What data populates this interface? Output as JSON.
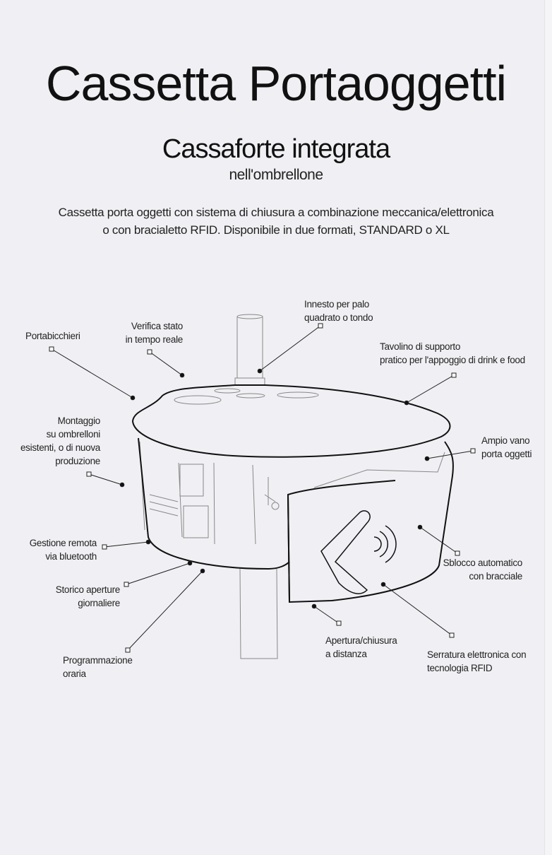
{
  "title": "Cassetta Portaoggetti",
  "subtitle": "Cassaforte integrata",
  "subtitle_sub": "nell'ombrellone",
  "description": [
    "Cassetta porta oggetti con sistema di chiusura a combinazione meccanica/elettronica",
    "o con bracialetto RFID. Disponibile in due formati, STANDARD o XL"
  ],
  "labels": {
    "portabicchieri": [
      "Portabicchieri"
    ],
    "verifica": [
      "Verifica stato",
      "in tempo reale"
    ],
    "innesto": [
      "Innesto per palo",
      "quadrato o tondo"
    ],
    "tavolino": [
      "Tavolino di supporto",
      "pratico per l'appoggio di drink e food"
    ],
    "ampio": [
      "Ampio vano",
      "porta oggetti"
    ],
    "montaggio": [
      "Montaggio",
      "su ombrelloni",
      "esistenti, o di nuova",
      "produzione"
    ],
    "gestione": [
      "Gestione remota",
      "via bluetooth"
    ],
    "sblocco": [
      "Sblocco automatico",
      "con bracciale"
    ],
    "storico": [
      "Storico aperture",
      "giornaliere"
    ],
    "programmazione": [
      "Programmazione",
      "oraria"
    ],
    "apertura": [
      "Apertura/chiusura",
      "a distanza"
    ],
    "serratura": [
      "Serratura elettronica con",
      "tecnologia RFID"
    ]
  }
}
